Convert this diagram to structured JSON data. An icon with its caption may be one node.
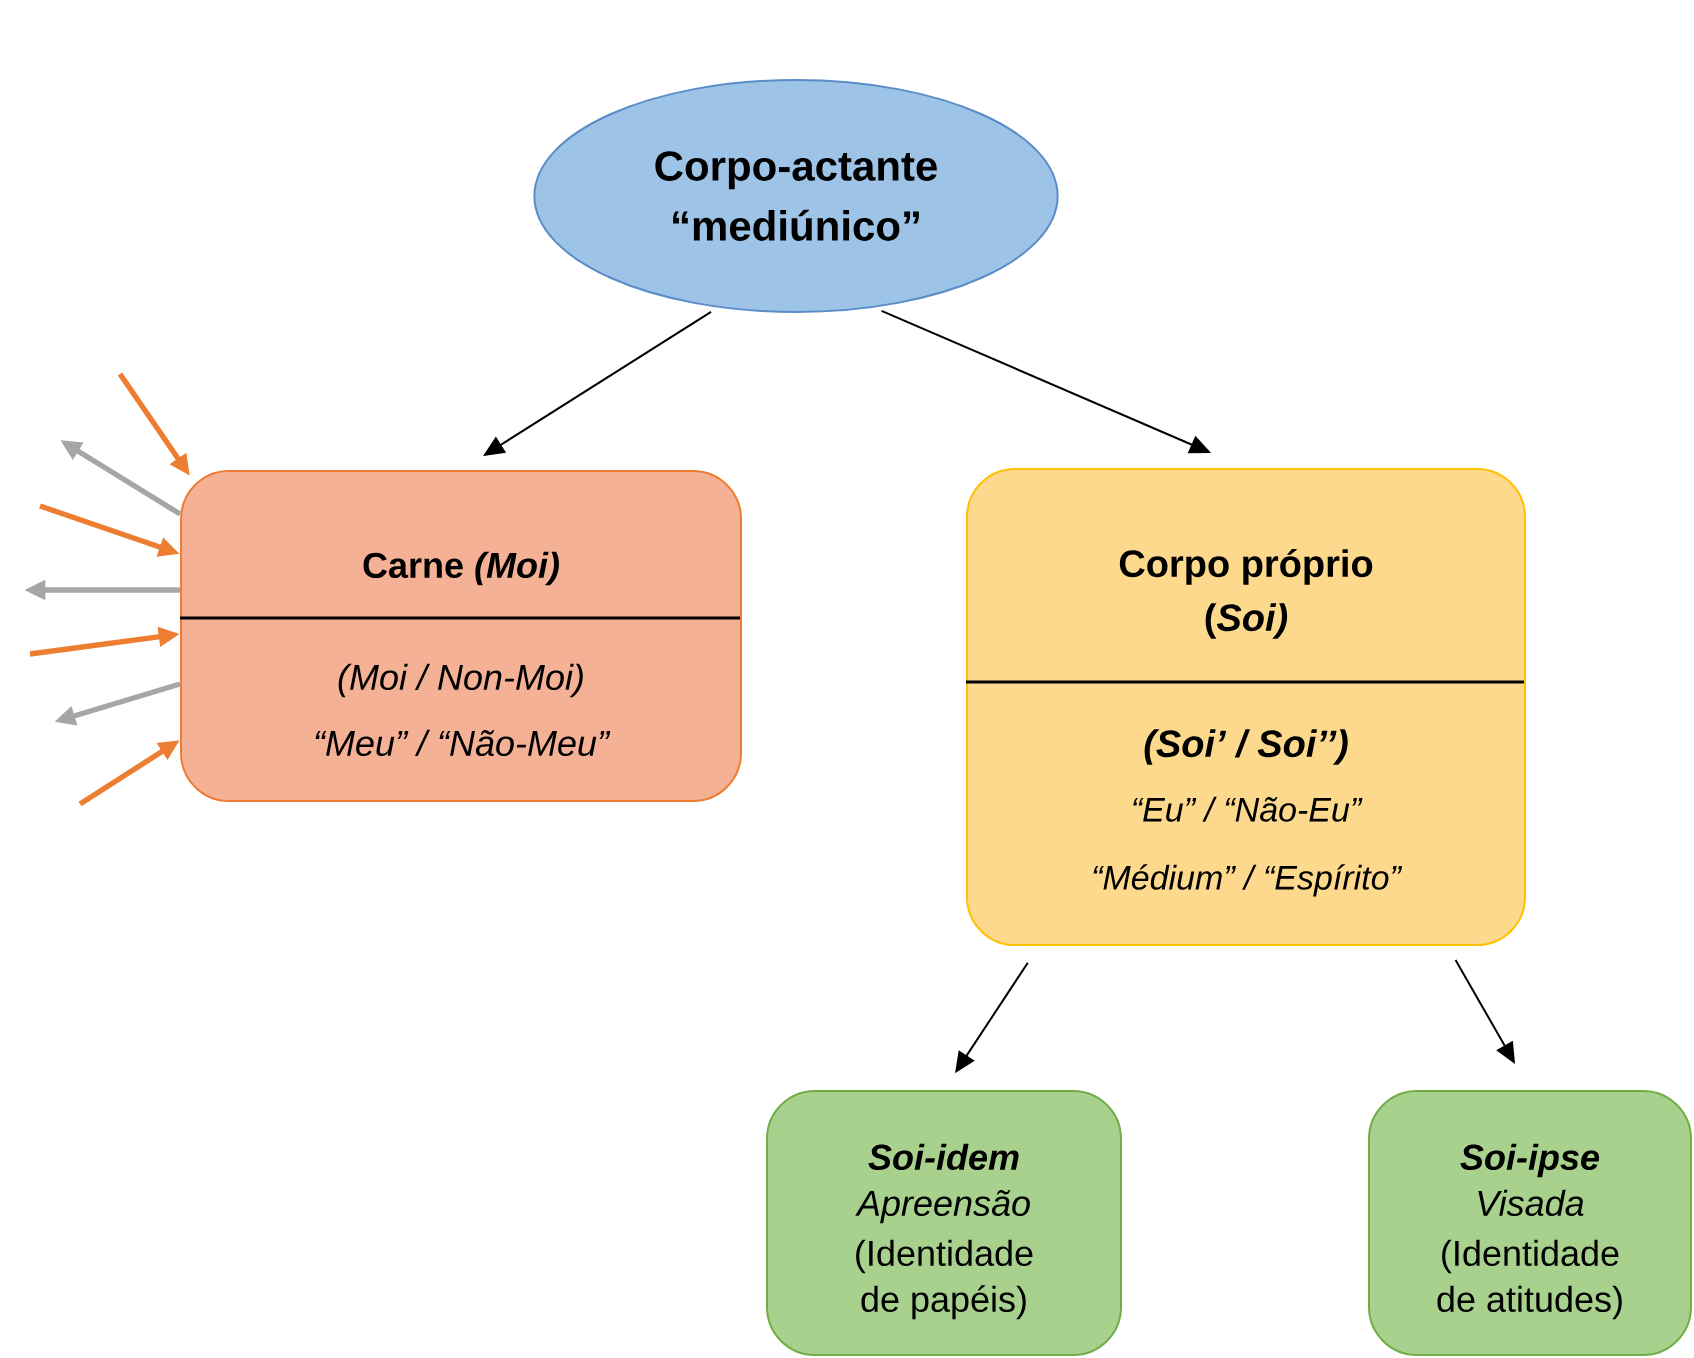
{
  "diagram": {
    "nodes": [
      {
        "text": [
          "Corpo-actante “mediúnico”"
        ]
      },
      {
        "text": [
          "Carne *(Moi)*",
          "(Moi  / Non-Moi)",
          "“Meu” / “Não-Meu”"
        ]
      },
      {
        "text": [
          "Corpo próprio (*Soi)*",
          "(Soi’ / Soi’’)",
          "“Eu” / “Não-Eu”",
          "“Médium” / “Espírito”"
        ]
      },
      {
        "text": [
          "Soi-idem",
          "Apreensão",
          "(Identidade de papéis)"
        ]
      },
      {
        "text": [
          "Soi-ipse",
          "Visada",
          "(Identidade de atitudes)"
        ]
      }
    ],
    "edges": [
      {
        "from": 0,
        "to": 1,
        "arrow": "to"
      },
      {
        "from": 0,
        "to": 2,
        "arrow": "to"
      },
      {
        "from": 2,
        "to": 3,
        "arrow": "to"
      },
      {
        "from": 2,
        "to": 4,
        "arrow": "to"
      },
      {
        "from": null,
        "to": 1,
        "arrow": "to",
        "color": "#ed7d31"
      },
      {
        "from": 1,
        "to": null,
        "arrow": "to",
        "color": "#a6a6a6"
      },
      {
        "from": null,
        "to": 1,
        "arrow": "to",
        "color": "#ed7d31"
      },
      {
        "from": 1,
        "to": null,
        "arrow": "to",
        "color": "#a6a6a6"
      },
      {
        "from": null,
        "to": 1,
        "arrow": "to",
        "color": "#ed7d31"
      },
      {
        "from": 1,
        "to": null,
        "arrow": "to",
        "color": "#a6a6a6"
      },
      {
        "from": null,
        "to": 1,
        "arrow": "to",
        "color": "#ed7d31"
      }
    ]
  }
}
